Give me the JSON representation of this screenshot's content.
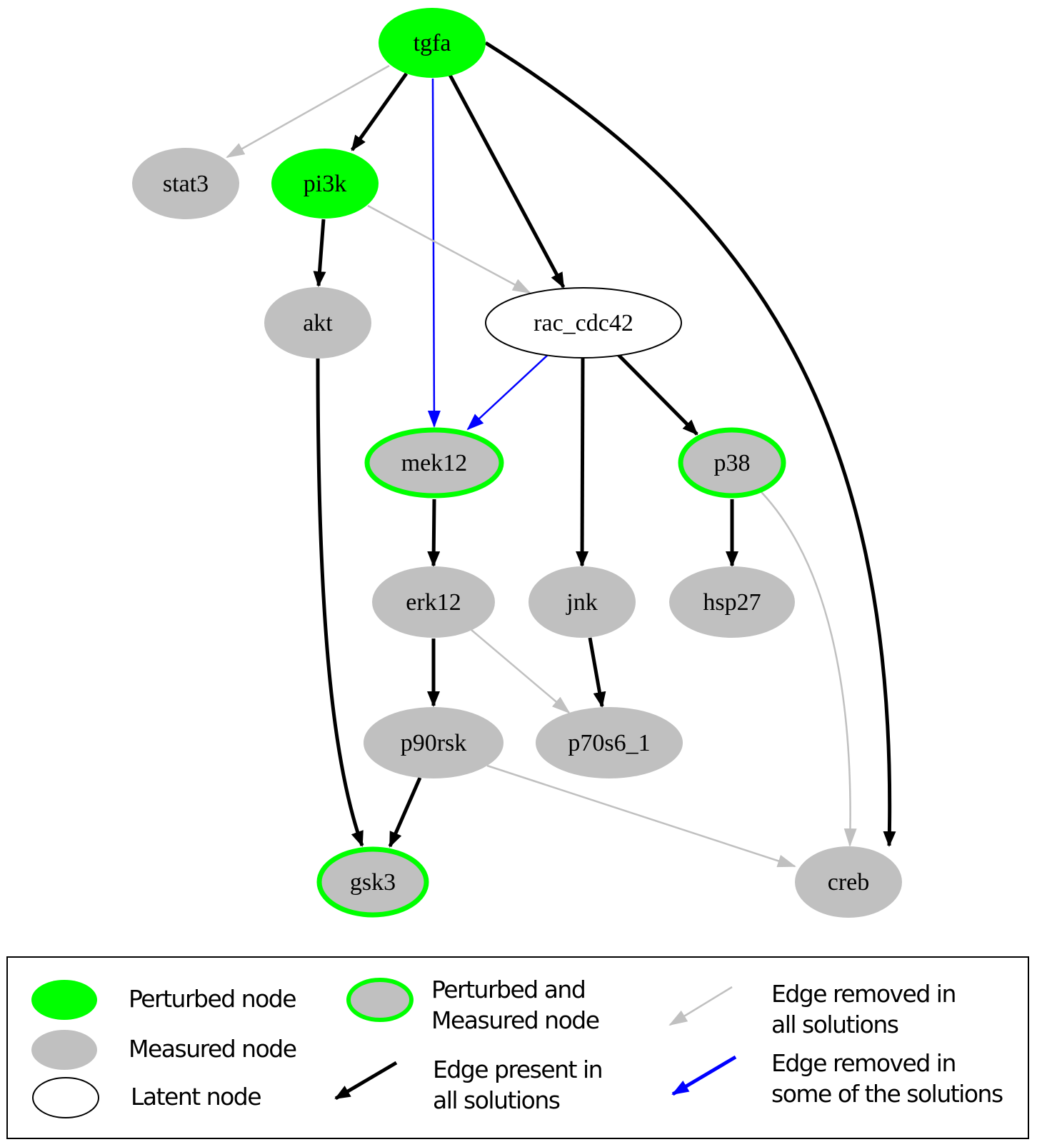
{
  "colors": {
    "perturbed": "#00ff00",
    "measured": "#c0c0c0",
    "latent_fill": "#ffffff",
    "edge_all": "#000000",
    "edge_removed_all": "#c0c0c0",
    "edge_removed_some": "#0000ff"
  },
  "nodes": [
    {
      "id": "tgfa",
      "label": "tgfa",
      "kind": "perturbed"
    },
    {
      "id": "stat3",
      "label": "stat3",
      "kind": "measured"
    },
    {
      "id": "pi3k",
      "label": "pi3k",
      "kind": "perturbed"
    },
    {
      "id": "akt",
      "label": "akt",
      "kind": "measured"
    },
    {
      "id": "rac_cdc42",
      "label": "rac_cdc42",
      "kind": "latent"
    },
    {
      "id": "mek12",
      "label": "mek12",
      "kind": "perturbed_measured"
    },
    {
      "id": "p38",
      "label": "p38",
      "kind": "perturbed_measured"
    },
    {
      "id": "erk12",
      "label": "erk12",
      "kind": "measured"
    },
    {
      "id": "jnk",
      "label": "jnk",
      "kind": "measured"
    },
    {
      "id": "hsp27",
      "label": "hsp27",
      "kind": "measured"
    },
    {
      "id": "p90rsk",
      "label": "p90rsk",
      "kind": "measured"
    },
    {
      "id": "p70s6_1",
      "label": "p70s6_1",
      "kind": "measured"
    },
    {
      "id": "gsk3",
      "label": "gsk3",
      "kind": "perturbed_measured"
    },
    {
      "id": "creb",
      "label": "creb",
      "kind": "measured"
    }
  ],
  "edges": [
    {
      "from": "tgfa",
      "to": "stat3",
      "type": "removed_all"
    },
    {
      "from": "tgfa",
      "to": "pi3k",
      "type": "present_all"
    },
    {
      "from": "tgfa",
      "to": "mek12",
      "type": "removed_some"
    },
    {
      "from": "tgfa",
      "to": "rac_cdc42",
      "type": "present_all"
    },
    {
      "from": "tgfa",
      "to": "creb",
      "type": "present_all"
    },
    {
      "from": "pi3k",
      "to": "akt",
      "type": "present_all"
    },
    {
      "from": "pi3k",
      "to": "rac_cdc42",
      "type": "removed_all"
    },
    {
      "from": "akt",
      "to": "gsk3",
      "type": "present_all"
    },
    {
      "from": "rac_cdc42",
      "to": "mek12",
      "type": "removed_some"
    },
    {
      "from": "rac_cdc42",
      "to": "jnk",
      "type": "present_all"
    },
    {
      "from": "rac_cdc42",
      "to": "p38",
      "type": "present_all"
    },
    {
      "from": "mek12",
      "to": "erk12",
      "type": "present_all"
    },
    {
      "from": "p38",
      "to": "hsp27",
      "type": "present_all"
    },
    {
      "from": "p38",
      "to": "creb",
      "type": "removed_all"
    },
    {
      "from": "erk12",
      "to": "p90rsk",
      "type": "present_all"
    },
    {
      "from": "erk12",
      "to": "p70s6_1",
      "type": "removed_all"
    },
    {
      "from": "jnk",
      "to": "p70s6_1",
      "type": "present_all"
    },
    {
      "from": "p90rsk",
      "to": "gsk3",
      "type": "present_all"
    },
    {
      "from": "p90rsk",
      "to": "creb",
      "type": "removed_all"
    }
  ],
  "legend": {
    "perturbed_label": "Perturbed node",
    "measured_label": "Measured node",
    "latent_label": "Latent node",
    "perturbed_measured_line1": "Perturbed and",
    "perturbed_measured_line2": "Measured node",
    "edge_present_line1": "Edge present in",
    "edge_present_line2": "all solutions",
    "edge_removed_all_line1": "Edge removed in",
    "edge_removed_all_line2": "all solutions",
    "edge_removed_some_line1": "Edge removed in",
    "edge_removed_some_line2": "some of the solutions"
  }
}
